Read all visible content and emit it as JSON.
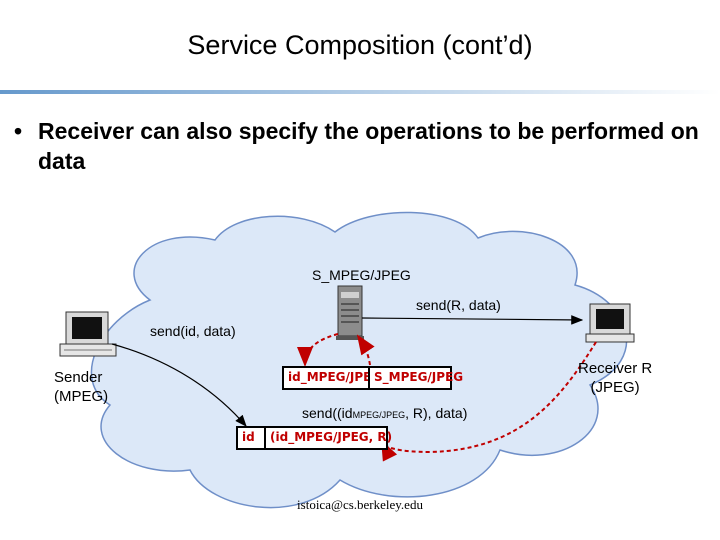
{
  "title": "Service Composition (cont’d)",
  "bullet": {
    "marker": "•",
    "text": "Receiver can also specify the operations to be performed on data"
  },
  "diagram": {
    "server_label": "S_MPEG/JPEG",
    "send_r_label": "send(R, data)",
    "send_id_label": "send(id, data)",
    "sender_label_line1": "Sender",
    "sender_label_line2": "(MPEG)",
    "receiver_label_line1": "Receiver R",
    "receiver_label_line2": "(JPEG)",
    "top_box_left": "id_MPEG/JPEG",
    "top_box_right": "S_MPEG/JPEG",
    "send_composite_prefix": "send((id",
    "send_composite_sub": "MPEG/JPEG",
    "send_composite_suffix": ", R), data)",
    "bottom_box_left": "id",
    "bottom_box_right": "(id_MPEG/JPEG, R)"
  },
  "footer_email": "istoica@cs.berkeley.edu",
  "colors": {
    "rule_gradient_start": "#6699cc",
    "rule_gradient_end": "#ffffff",
    "cloud_fill": "#dce8f8",
    "cloud_stroke": "#6f8fc8",
    "red_arrow": "#c00000",
    "box_text": "#c00000"
  }
}
